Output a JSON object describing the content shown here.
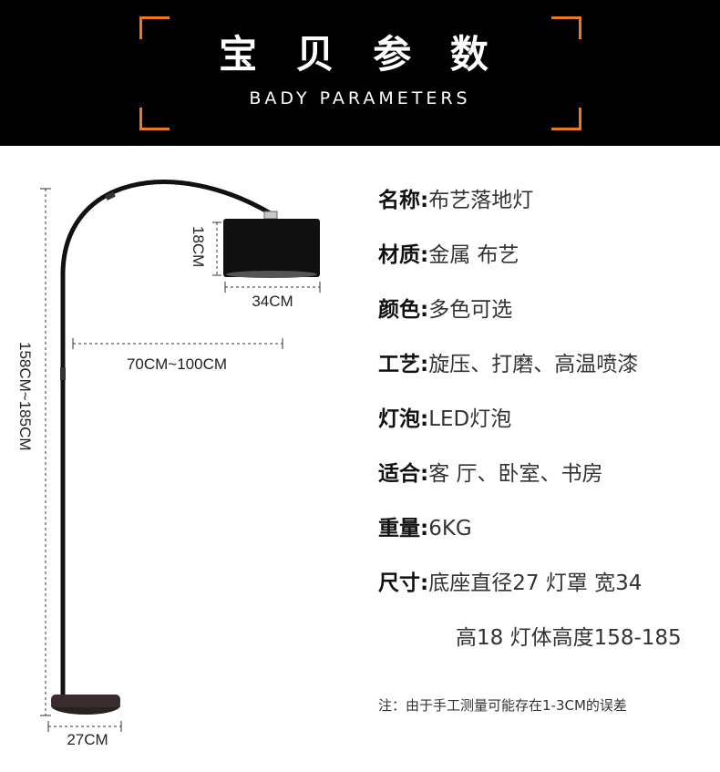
{
  "header": {
    "title_cn": "宝 贝 参 数",
    "title_en": "BADY PARAMETERS"
  },
  "diagram": {
    "shade_height": "18CM",
    "shade_width": "34CM",
    "arm_reach": "70CM~100CM",
    "total_height": "158CM~185CM",
    "base_width": "27CM"
  },
  "params": [
    {
      "label": "名称:",
      "value": "布艺落地灯"
    },
    {
      "label": "材质:",
      "value": "金属 布艺"
    },
    {
      "label": "颜色:",
      "value": "多色可选"
    },
    {
      "label": "工艺:",
      "value": "旋压、打磨、高温喷漆"
    },
    {
      "label": "灯泡:",
      "value": "LED灯泡"
    },
    {
      "label": "适合:",
      "value": "客 厅、卧室、书房"
    },
    {
      "label": "重量:",
      "value": "6KG"
    },
    {
      "label": "尺寸:",
      "value": "底座直径27 灯罩 宽34"
    }
  ],
  "size_continuation": "高18 灯体高度158-185",
  "note": "注：由于手工测量可能存在1-3CM的误差",
  "colors": {
    "accent": "#e87a22",
    "header_bg": "#000000"
  }
}
